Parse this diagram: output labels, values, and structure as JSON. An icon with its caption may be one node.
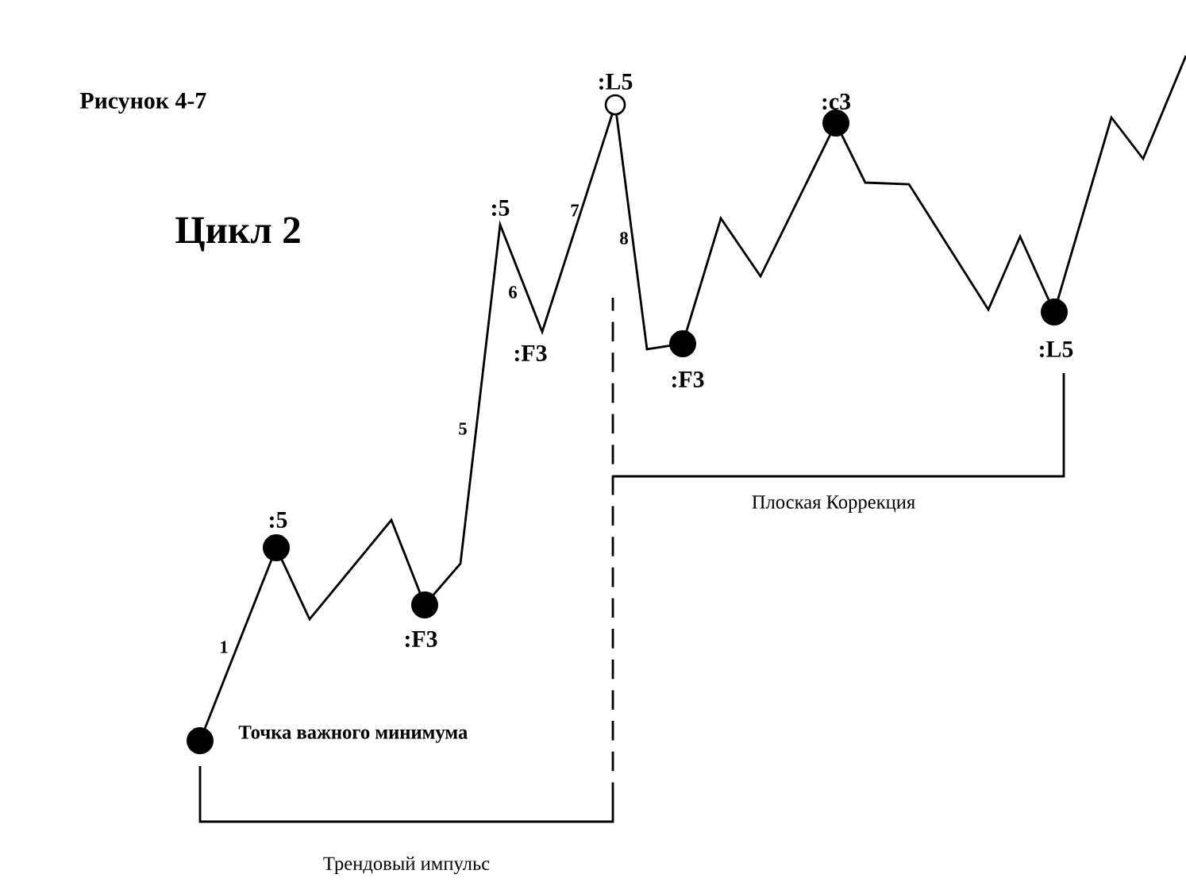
{
  "diagram": {
    "title": "Рисунок 4-7",
    "labels": [
      ":L5",
      ":c3",
      "Цикл 2",
      ":5",
      "7",
      "8",
      "6",
      ":F3",
      ":F3",
      ":L5",
      "5",
      ":5",
      "1",
      ":F3",
      "Точка важного минимума",
      "Плоская Коррекция",
      "Трендовый импульс"
    ]
  }
}
